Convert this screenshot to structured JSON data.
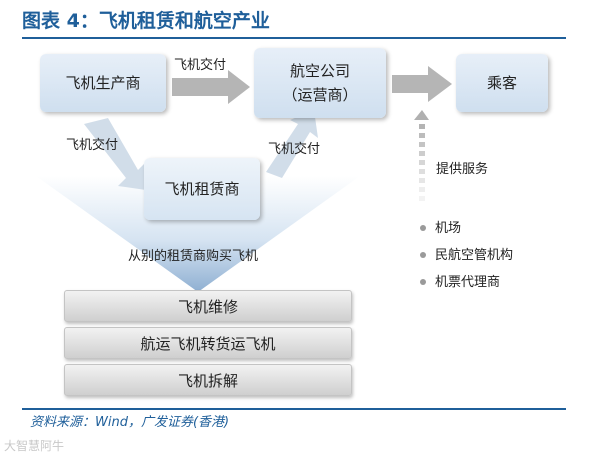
{
  "title": "图表 4：飞机租赁和航空产业",
  "nodes": {
    "manufacturer": "飞机生产商",
    "airline_line1": "航空公司",
    "airline_line2": "（运营商）",
    "passenger": "乘客",
    "lessor": "飞机租赁商"
  },
  "edge_labels": {
    "manufacturer_to_airline": "飞机交付",
    "manufacturer_to_lessor": "飞机交付",
    "lessor_to_airline": "飞机交付",
    "services": "提供服务",
    "buy_from_lessors": "从别的租赁商购买飞机"
  },
  "services": [
    "飞机维修",
    "航运飞机转货运飞机",
    "飞机拆解"
  ],
  "providers": [
    "机场",
    "民航空管机构",
    "机票代理商"
  ],
  "source": "资料来源：Wind，广发证券(香港)",
  "watermark": "大智慧阿牛",
  "colors": {
    "title_blue": "#1f5f9a",
    "box_fill": "#dce8f4",
    "arrow_gray": "#b5b5b5"
  }
}
